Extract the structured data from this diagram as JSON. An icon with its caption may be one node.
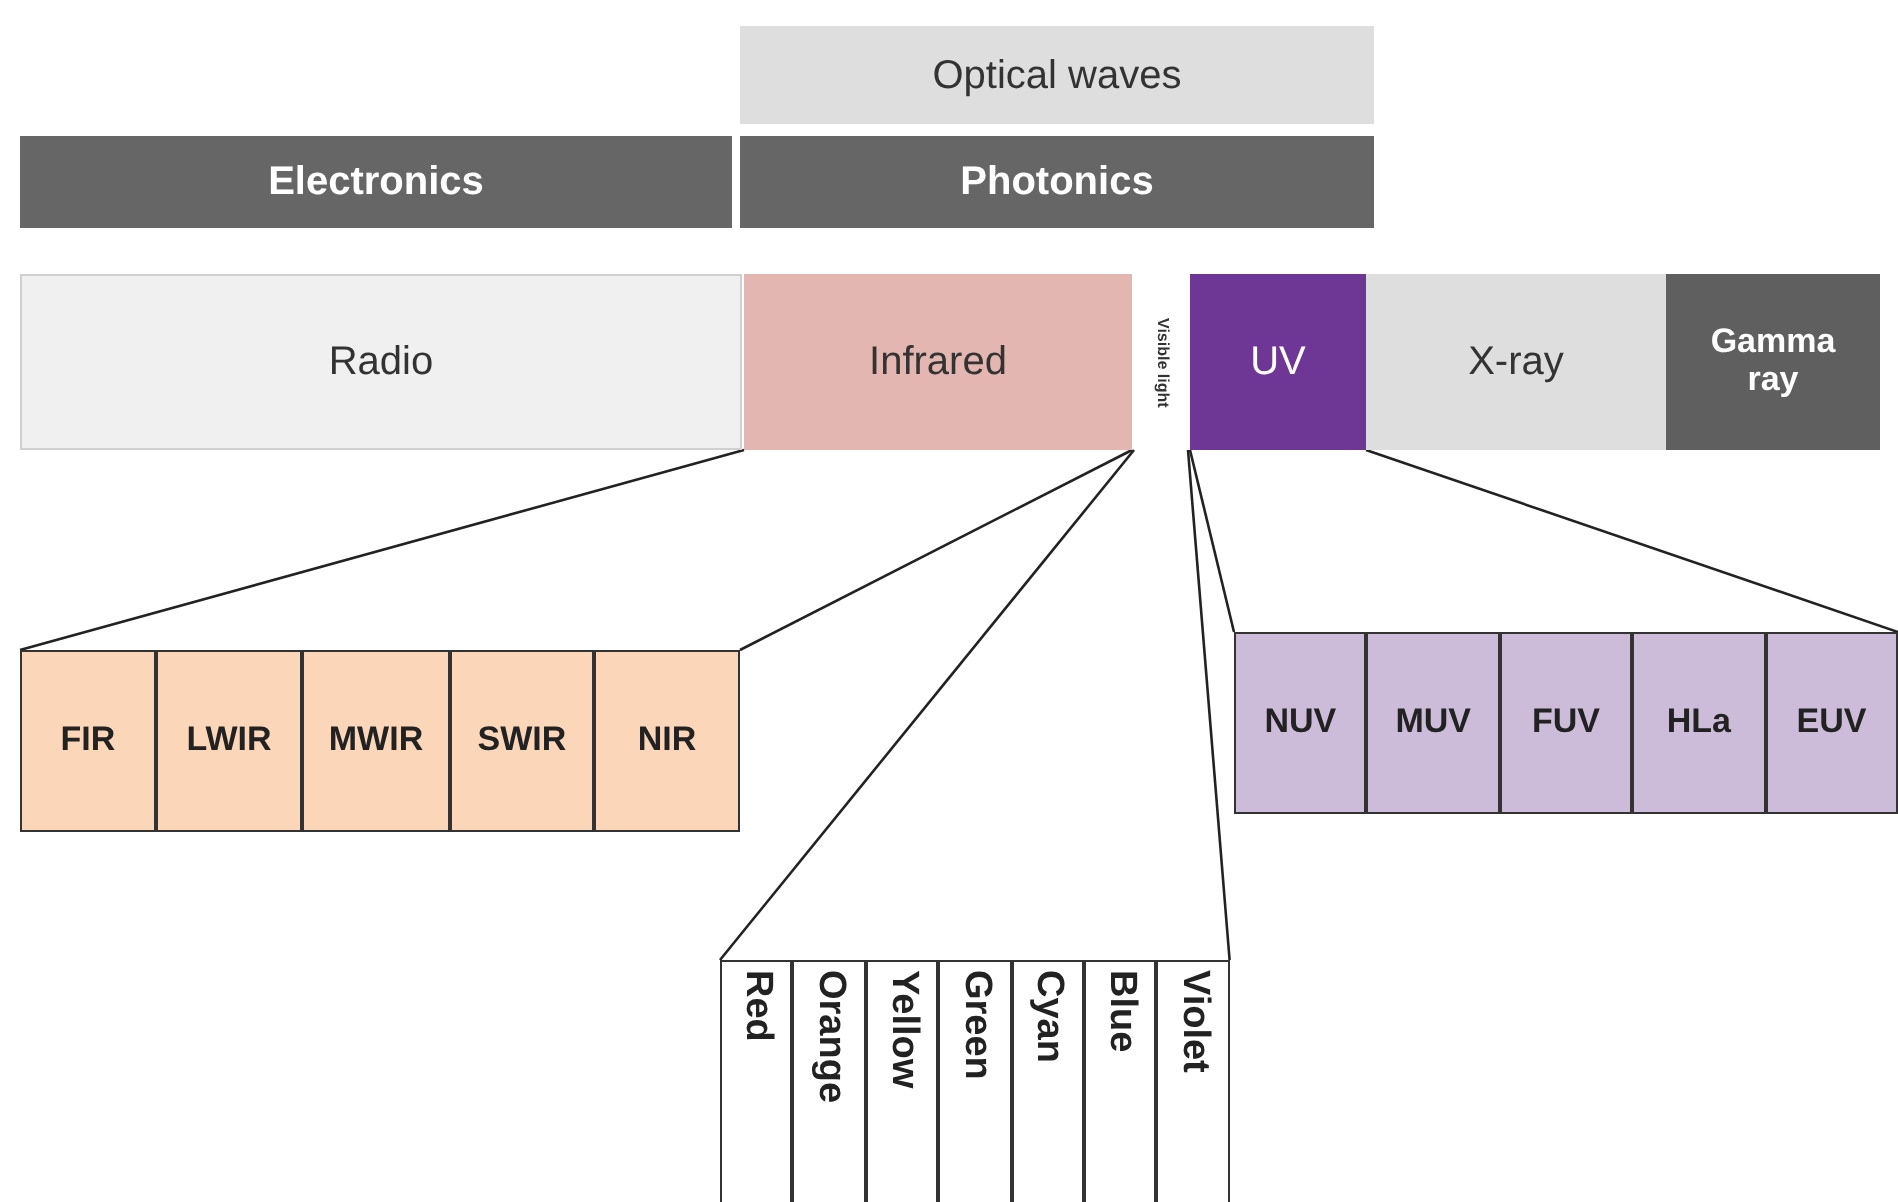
{
  "diagram": {
    "nodes": [
      {
        "text": [
          "Optical waves"
        ]
      },
      {
        "text": [
          "Electronics"
        ]
      },
      {
        "text": [
          "Photonics"
        ]
      },
      {
        "text": [
          "Radio"
        ]
      },
      {
        "text": [
          "Infrared"
        ]
      },
      {
        "text": [
          "Visible light"
        ]
      },
      {
        "text": [
          "UV"
        ]
      },
      {
        "text": [
          "X-ray"
        ]
      },
      {
        "text": [
          "Gamma ray"
        ]
      },
      {
        "text": [
          "FIR"
        ]
      },
      {
        "text": [
          "LWIR"
        ]
      },
      {
        "text": [
          "MWIR"
        ]
      },
      {
        "text": [
          "SWIR"
        ]
      },
      {
        "text": [
          "NIR"
        ]
      },
      {
        "text": [
          "NUV"
        ]
      },
      {
        "text": [
          "MUV"
        ]
      },
      {
        "text": [
          "FUV"
        ]
      },
      {
        "text": [
          "HLa"
        ]
      },
      {
        "text": [
          "EUV"
        ]
      },
      {
        "text": [
          "Red"
        ]
      },
      {
        "text": [
          "Orange"
        ]
      },
      {
        "text": [
          "Yellow"
        ]
      },
      {
        "text": [
          "Green"
        ]
      },
      {
        "text": [
          "Cyan"
        ]
      },
      {
        "text": [
          "Blue"
        ]
      },
      {
        "text": [
          "Violet"
        ]
      }
    ],
    "edges": [
      {
        "from": 4,
        "to": 9,
        "arrow": "none"
      },
      {
        "from": 4,
        "to": 13,
        "arrow": "none"
      },
      {
        "from": 5,
        "to": 19,
        "arrow": "none"
      },
      {
        "from": 5,
        "to": 25,
        "arrow": "none"
      },
      {
        "from": 6,
        "to": 14,
        "arrow": "none"
      },
      {
        "from": 6,
        "to": 18,
        "arrow": "none"
      }
    ]
  }
}
